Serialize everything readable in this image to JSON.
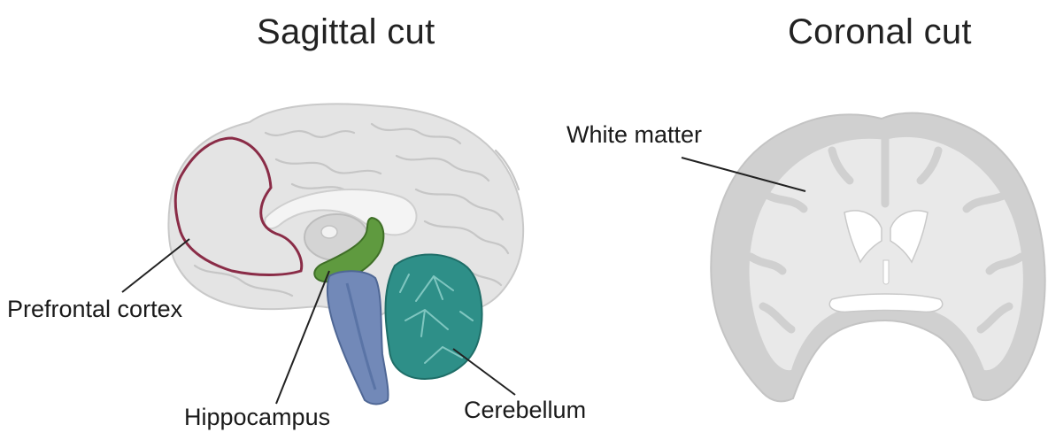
{
  "panels": {
    "sagittal": {
      "title": "Sagittal cut",
      "labels": {
        "prefrontal": "Prefrontal cortex",
        "hippocampus": "Hippocampus",
        "cerebellum": "Cerebellum"
      }
    },
    "coronal": {
      "title": "Coronal cut",
      "labels": {
        "white_matter": "White matter"
      }
    }
  },
  "colors": {
    "gray_matter": "#cfcfcf",
    "brain_fill": "#e6e6e6",
    "white_matter": "#e9e9e9",
    "prefrontal_outline": "#8a2c47",
    "hippocampus": "#5f9a3f",
    "brainstem": "#7289b8",
    "cerebellum": "#2e8f88",
    "leader_line": "#222222"
  }
}
